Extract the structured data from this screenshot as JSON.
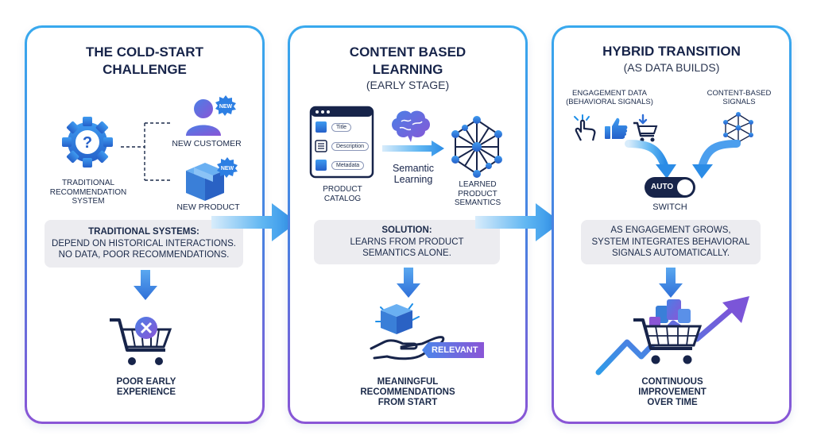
{
  "panel1": {
    "title_line1": "THE COLD-START",
    "title_line2": "CHALLENGE",
    "system_label_l1": "TRADITIONAL",
    "system_label_l2": "RECOMMENDATION",
    "system_label_l3": "SYSTEM",
    "customer_label": "NEW CUSTOMER",
    "product_label": "NEW PRODUCT",
    "badge": "NEW",
    "box_head": "TRADITIONAL SYSTEMS:",
    "box_l1": "DEPEND ON HISTORICAL INTERACTIONS.",
    "box_l2": "NO DATA, POOR RECOMMENDATIONS.",
    "result_l1": "POOR EARLY",
    "result_l2": "EXPERIENCE"
  },
  "panel2": {
    "title_line1": "CONTENT BASED",
    "title_line2": "LEARNING",
    "subtitle": "(EARLY STAGE)",
    "field_title": "Title",
    "field_description": "Description",
    "field_metadata": "Metadata",
    "catalog_l1": "PRODUCT",
    "catalog_l2": "CATALOG",
    "semantic_l1": "Semantic",
    "semantic_l2": "Learning",
    "learned_l1": "LEARNED",
    "learned_l2": "PRODUCT",
    "learned_l3": "SEMANTICS",
    "box_head": "SOLUTION:",
    "box_l1": "LEARNS FROM PRODUCT",
    "box_l2": "SEMANTICS ALONE.",
    "relevant_tag": "RELEVANT",
    "result_l1": "MEANINGFUL",
    "result_l2": "RECOMMENDATIONS",
    "result_l3": "FROM START"
  },
  "panel3": {
    "title_line1": "HYBRID TRANSITION",
    "subtitle": "(AS DATA BUILDS)",
    "engagement_l1": "ENGAGEMENT DATA",
    "engagement_l2": "(BEHAVIORAL SIGNALS)",
    "content_l1": "CONTENT-BASED",
    "content_l2": "SIGNALS",
    "toggle_label": "AUTO",
    "switch_label": "SWITCH",
    "box_l1": "AS ENGAGEMENT GROWS,",
    "box_l2": "SYSTEM INTEGRATES BEHAVIORAL",
    "box_l3": "SIGNALS AUTOMATICALLY.",
    "result_l1": "CONTINUOUS",
    "result_l2": "IMPROVEMENT",
    "result_l3": "OVER TIME"
  },
  "colors": {
    "blue": "#2f86e6",
    "navy": "#17244a",
    "purple": "#8a55d6",
    "box": "#ececf0"
  },
  "icons": [
    "gear-question-icon",
    "user-icon",
    "box-icon",
    "cart-x-icon",
    "catalog-icon",
    "brain-icon",
    "network-icon",
    "hand-box-icon",
    "tap-icon",
    "thumbs-up-icon",
    "cart-add-icon",
    "toggle-icon",
    "cart-full-icon",
    "trend-arrow-icon"
  ]
}
